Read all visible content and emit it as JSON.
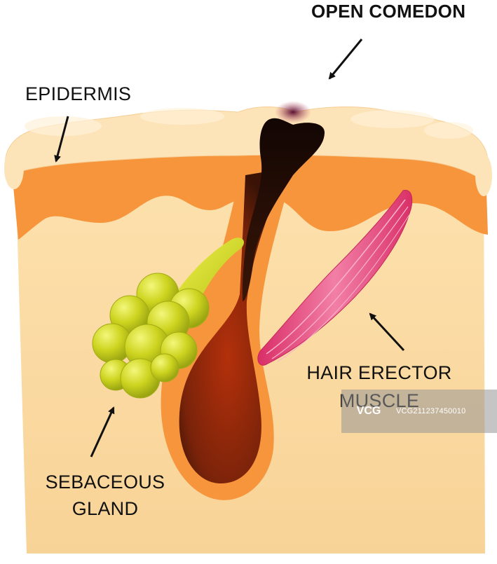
{
  "labels": {
    "open_comedon": "OPEN COMEDON",
    "epidermis": "EPIDERMIS",
    "hair_erector_line1": "HAIR ERECTOR",
    "hair_erector_line2": "MUSCLE",
    "sebaceous_line1": "SEBACEOUS",
    "sebaceous_line2": "GLAND"
  },
  "watermark": {
    "logo": "VCG",
    "id": "VCG211237450010"
  },
  "colors": {
    "dermis": "#fbd9a0",
    "epidermis": "#f7953c",
    "stratum_corneum": "#fde3b8",
    "follicle": "#8b2a0a",
    "comedo_plug": "#1c0b05",
    "sebaceous_gland": "#c9d41c",
    "muscle": "#e8457f"
  }
}
